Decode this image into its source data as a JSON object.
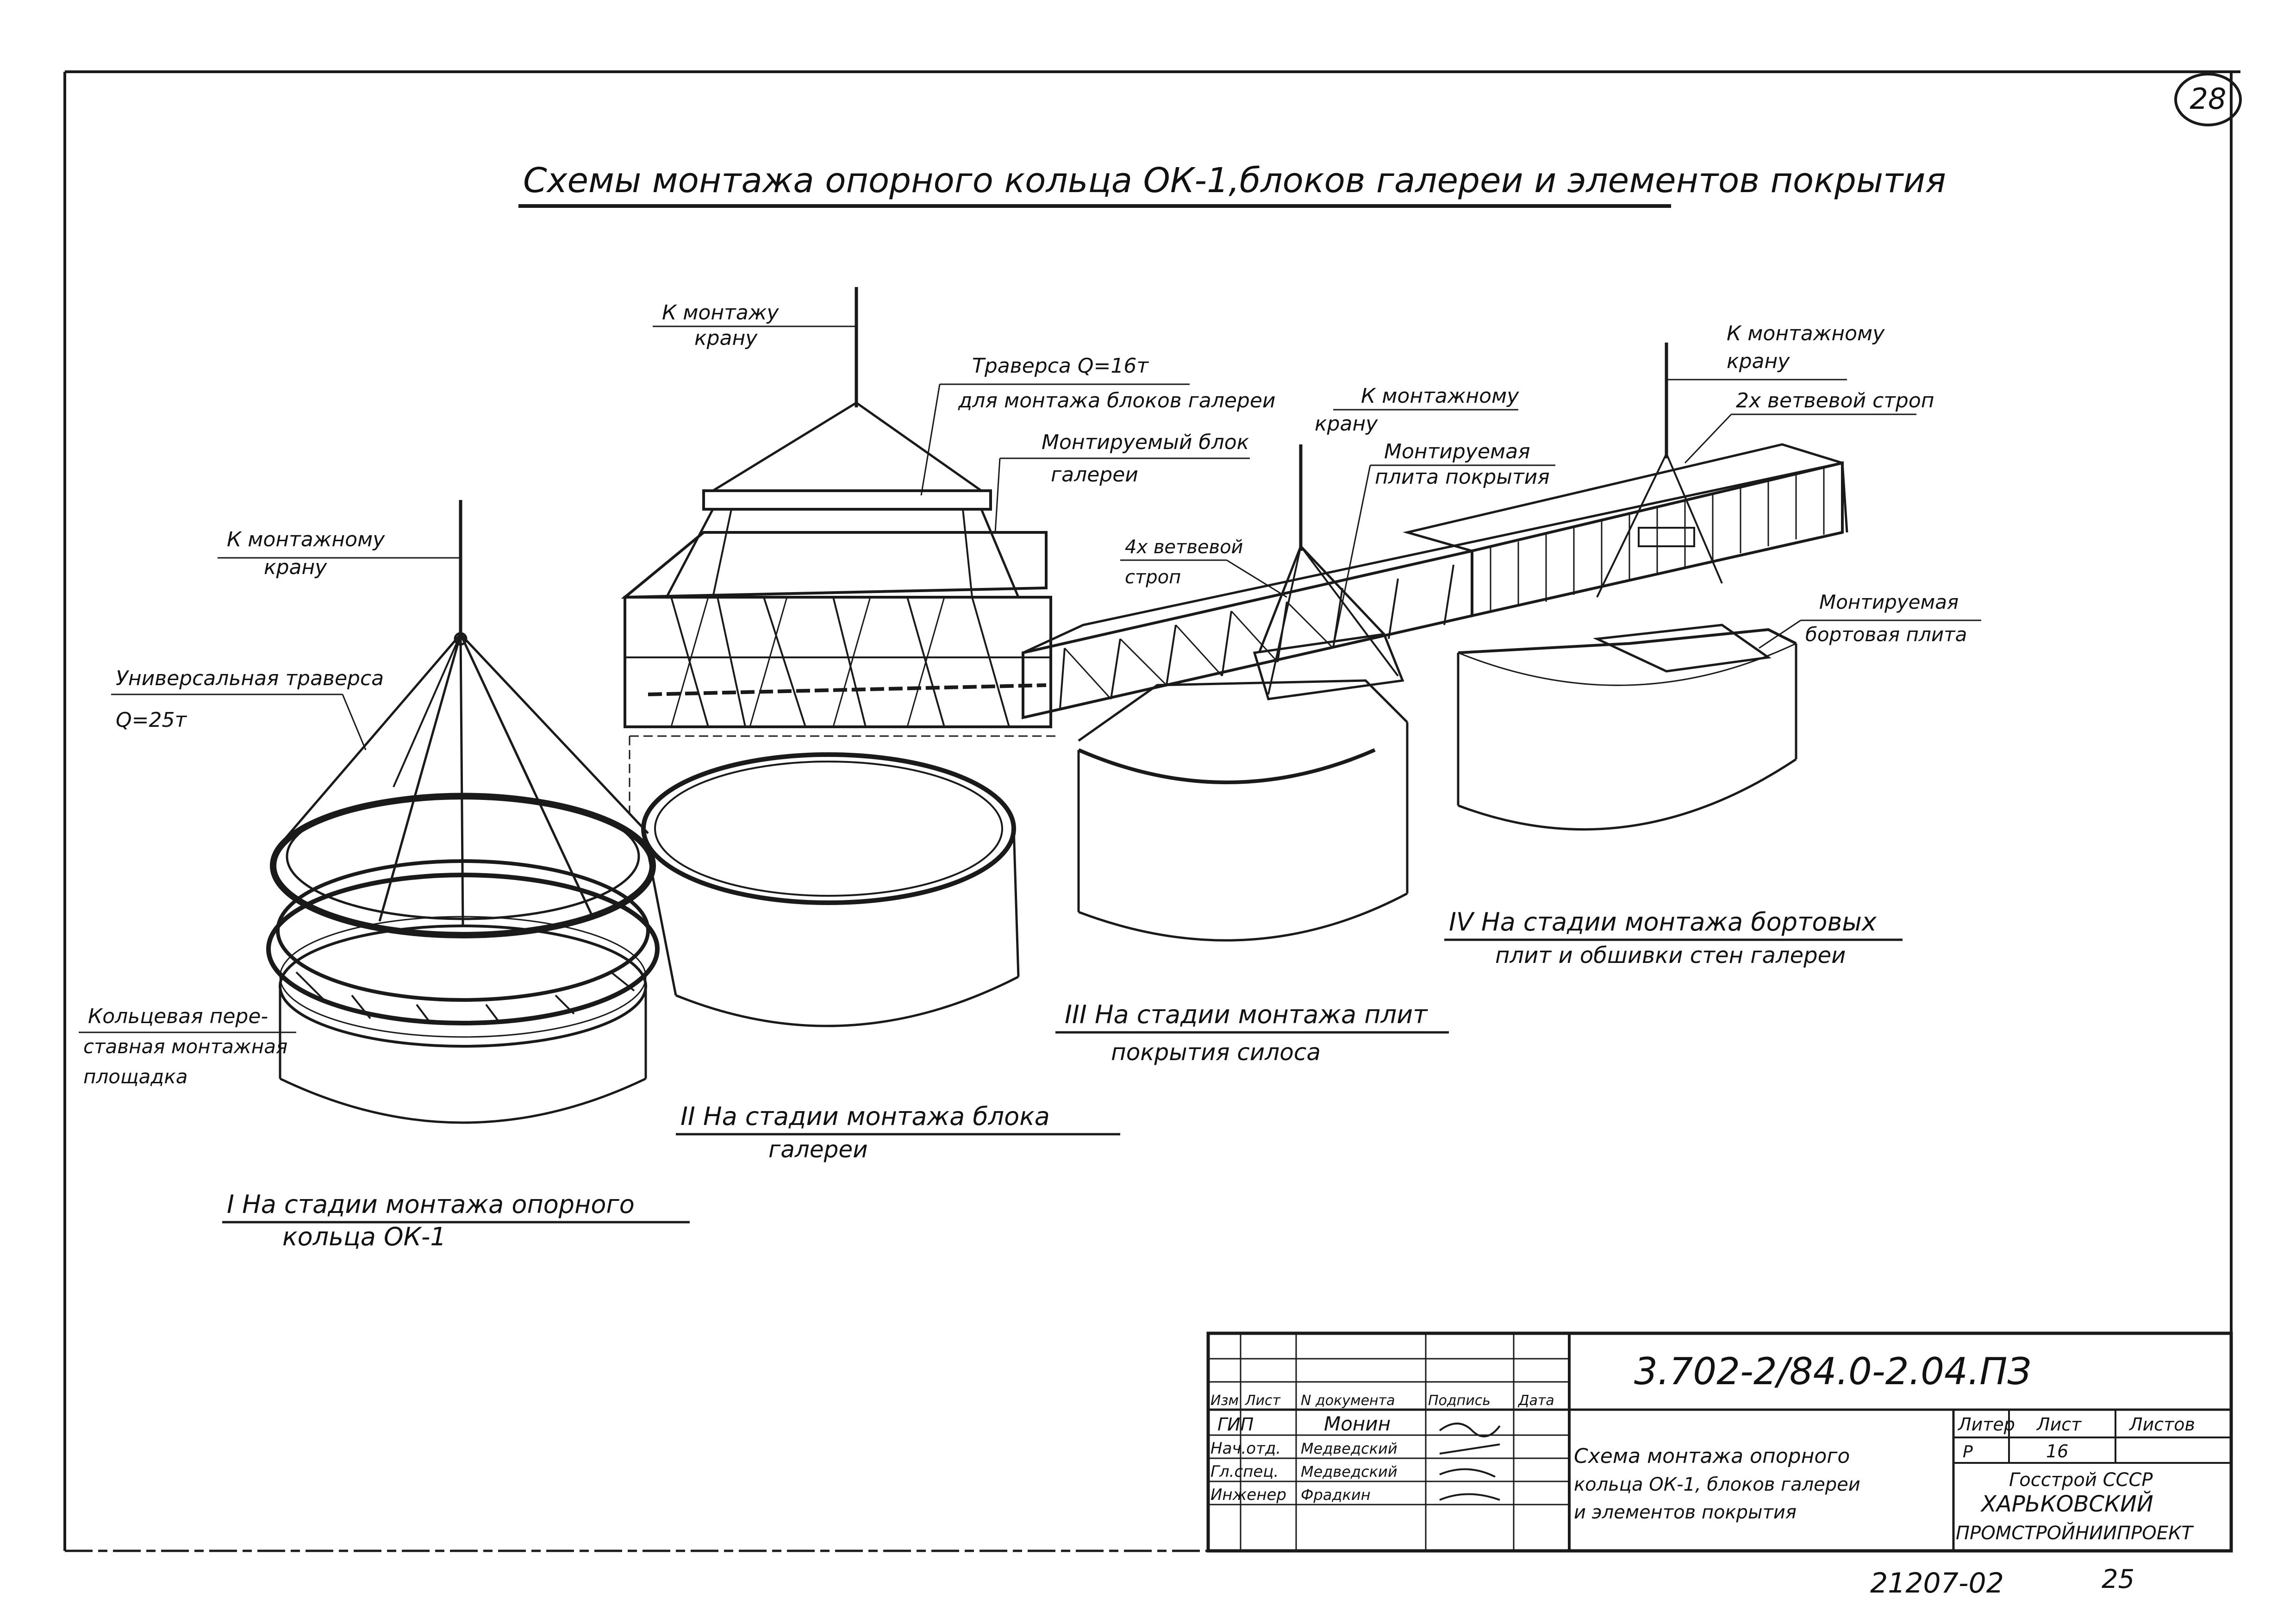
{
  "sheet_number": "28",
  "title": "Схемы монтажа опорного кольца ОК-1,блоков галереи и элементов покрытия",
  "labels": {
    "to_crane_1": [
      "К монтажу",
      "крану"
    ],
    "traverse_16": [
      "Траверса Q=16т",
      "для монтажа блоков галереи"
    ],
    "mounted_gallery_block": [
      "Монтируемый блок",
      "галереи"
    ],
    "to_crane_2": [
      "К монтажному",
      "крану"
    ],
    "mounted_cover_slab": [
      "Монтируемая",
      "плита покрытия"
    ],
    "to_crane_3": [
      "К монтажному",
      "крану"
    ],
    "sling_2": "2х ветвевой строп",
    "sling_4": [
      "4х ветвевой",
      "строп"
    ],
    "to_crane_4": [
      "К монтажному",
      "крану"
    ],
    "universal_traverse": [
      "Универсальная траверса",
      "Q=25т"
    ],
    "side_slab": [
      "Монтируемая",
      "бортовая плита"
    ],
    "ring_platform": [
      "Кольцевая пере-",
      "ставная монтажная",
      "площадка"
    ]
  },
  "stages": {
    "stage_1": [
      "I  На стадии монтажа опорного",
      "кольца ОК-1"
    ],
    "stage_2": [
      "II На  стадии монтажа блока",
      "галереи"
    ],
    "stage_3": [
      "III На стадии монтажа плит",
      "покрытия силоса"
    ],
    "stage_4": [
      "IV  На стадии монтажа бортовых",
      "плит и обшивки стен галереи"
    ]
  },
  "title_block": {
    "doc_code": "3.702-2/84.0-2.04.ПЗ",
    "headers": [
      "Изм",
      "Лист",
      "N документа",
      "Подпись",
      "Дата"
    ],
    "rows": [
      {
        "role": "ГИП",
        "name": "Монин"
      },
      {
        "role": "Нач.отд.",
        "name": "Медведский"
      },
      {
        "role": "Гл.спец.",
        "name": "Медведский"
      },
      {
        "role": "Инженер",
        "name": "Фрадкин"
      }
    ],
    "sheet_title": [
      "Схема монтажа опорного",
      "кольца ОК-1, блоков галереи",
      "и элементов покрытия"
    ],
    "litera_label": "Литер",
    "list_label": "Лист",
    "lists_label": "Листов",
    "litera": "Р",
    "list": "16",
    "org": [
      "Госстрой  СССР",
      "ХАРЬКОВСКИЙ",
      "ПРОМСТРОЙНИИПРОЕКТ"
    ]
  },
  "archive_number": "21207-02",
  "archive_page": "25"
}
